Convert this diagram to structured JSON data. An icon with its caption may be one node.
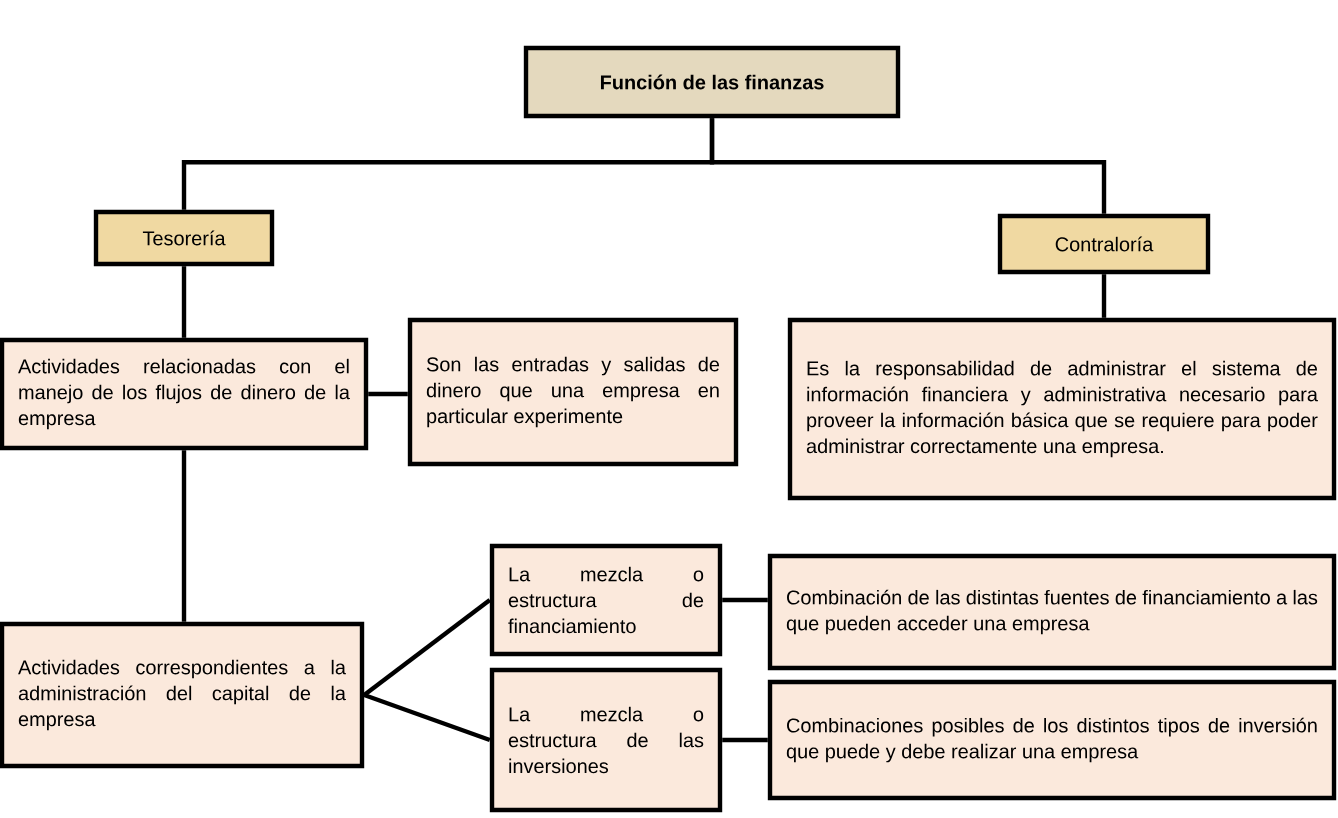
{
  "diagram": {
    "nodes": [
      {
        "text": [
          "Función de las finanzas"
        ]
      },
      {
        "text": [
          "Tesorería"
        ]
      },
      {
        "text": [
          "Contraloría"
        ]
      },
      {
        "text": [
          "Actividades relacionadas con el manejo de los flujos de dinero de la empresa"
        ]
      },
      {
        "text": [
          "Son las entradas y salidas de dinero que una empresa en particular experimente"
        ]
      },
      {
        "text": [
          "Es la responsabilidad de administrar el sistema de información financiera y administrativa necesario para proveer la información básica que se requiere para poder administrar correctamente una empresa."
        ]
      },
      {
        "text": [
          "Actividades correspondientes a la administración del capital de la empresa"
        ]
      },
      {
        "text": [
          "La mezcla o estructura de financiamiento"
        ]
      },
      {
        "text": [
          "La mezcla o estructura de las inversiones"
        ]
      },
      {
        "text": [
          "Combinación de las distintas fuentes de financiamiento a las que pueden acceder una empresa"
        ]
      },
      {
        "text": [
          "Combinaciones posibles de los distintos tipos de inversión que puede y debe realizar una empresa"
        ]
      }
    ],
    "edges": [
      {
        "from": 0,
        "to": 1,
        "arrow": "none"
      },
      {
        "from": 0,
        "to": 2,
        "arrow": "none"
      },
      {
        "from": 1,
        "to": 3,
        "arrow": "none"
      },
      {
        "from": 3,
        "to": 4,
        "arrow": "none"
      },
      {
        "from": 2,
        "to": 5,
        "arrow": "none"
      },
      {
        "from": 3,
        "to": 6,
        "arrow": "none"
      },
      {
        "from": 6,
        "to": 7,
        "arrow": "none"
      },
      {
        "from": 6,
        "to": 8,
        "arrow": "none"
      },
      {
        "from": 7,
        "to": 9,
        "arrow": "none"
      },
      {
        "from": 8,
        "to": 10,
        "arrow": "none"
      }
    ]
  }
}
